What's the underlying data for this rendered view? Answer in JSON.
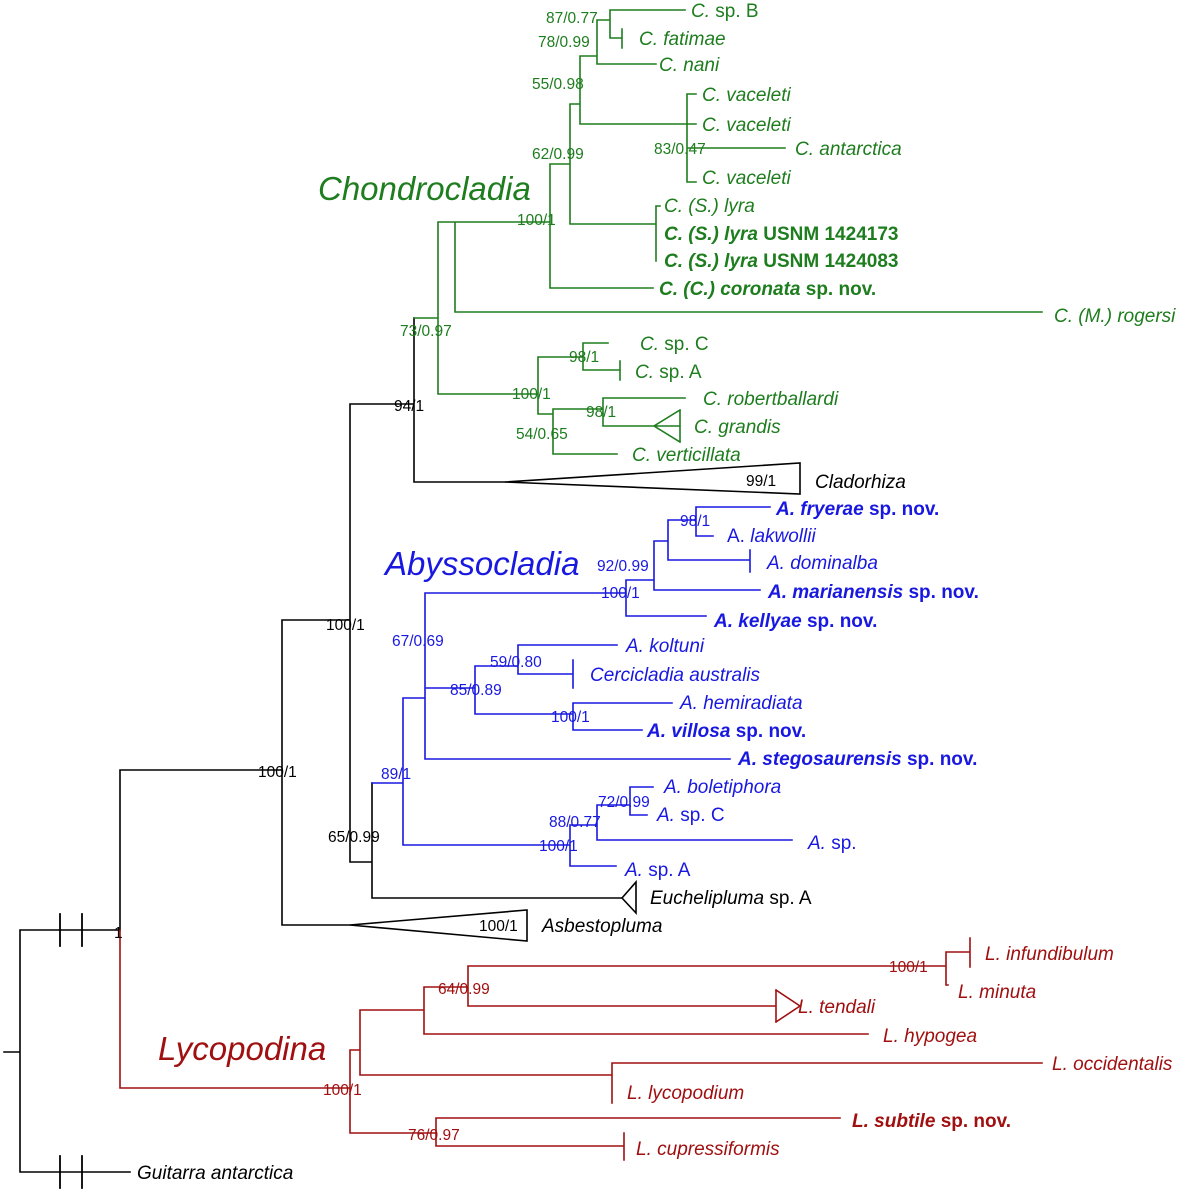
{
  "colors": {
    "chondrocladia": "#1e7d1e",
    "abyssocladia": "#1818e0",
    "lycopodina": "#a01010",
    "other": "#000000",
    "background": "#ffffff"
  },
  "clade_labels": {
    "chondrocladia": "Chondrocladia",
    "abyssocladia": "Abyssocladia",
    "lycopodina": "Lycopodina"
  },
  "taxa": {
    "c_sp_b": {
      "genus": "C.",
      "epithet": "sp. B"
    },
    "c_fatimae": {
      "genus": "C.",
      "epithet": "fatimae"
    },
    "c_nani": {
      "genus": "C.",
      "epithet": "nani"
    },
    "c_vaceleti_1": {
      "genus": "C.",
      "epithet": "vaceleti"
    },
    "c_vaceleti_2": {
      "genus": "C.",
      "epithet": "vaceleti"
    },
    "c_antarctica": {
      "genus": "C.",
      "epithet": "antarctica"
    },
    "c_vaceleti_3": {
      "genus": "C.",
      "epithet": "vaceleti"
    },
    "c_lyra": {
      "genus": "C. (S.)",
      "epithet": "lyra"
    },
    "c_lyra_1424173": {
      "genus": "C. (S.)",
      "epithet": "lyra",
      "suffix": "USNM 1424173"
    },
    "c_lyra_1424083": {
      "genus": "C. (S.)",
      "epithet": "lyra",
      "suffix": "USNM 1424083"
    },
    "c_coronata": {
      "genus": "C. (C.)",
      "epithet": "coronata",
      "suffix": "sp. nov."
    },
    "c_rogersi": {
      "genus": "C. (M.)",
      "epithet": "rogersi"
    },
    "c_sp_c": {
      "genus": "C.",
      "epithet": "sp. C"
    },
    "c_sp_a": {
      "genus": "C.",
      "epithet": "sp. A"
    },
    "c_robertballardi": {
      "genus": "C.",
      "epithet": "robertballardi"
    },
    "c_grandis": {
      "genus": "C.",
      "epithet": "grandis"
    },
    "c_verticillata": {
      "genus": "C.",
      "epithet": "verticillata"
    },
    "cladorhiza": {
      "genus": "Cladorhiza",
      "epithet": ""
    },
    "a_fryerae": {
      "genus": "A.",
      "epithet": "fryerae",
      "suffix": "sp. nov."
    },
    "a_lakwollii": {
      "genus": "A.",
      "epithet": "lakwollii"
    },
    "a_dominalba": {
      "genus": "A.",
      "epithet": "dominalba"
    },
    "a_marianensis": {
      "genus": "A.",
      "epithet": "marianensis",
      "suffix": "sp. nov."
    },
    "a_kellyae": {
      "genus": "A.",
      "epithet": "kellyae",
      "suffix": "sp. nov."
    },
    "a_koltuni": {
      "genus": "A.",
      "epithet": "koltuni"
    },
    "cercicladia_australis": {
      "genus": "Cercicladia",
      "epithet": "australis"
    },
    "a_hemiradiata": {
      "genus": "A.",
      "epithet": "hemiradiata"
    },
    "a_villosa": {
      "genus": "A.",
      "epithet": "villosa",
      "suffix": "sp. nov."
    },
    "a_stegosaurensis": {
      "genus": "A.",
      "epithet": "stegosaurensis",
      "suffix": "sp. nov."
    },
    "a_boletiphora": {
      "genus": "A.",
      "epithet": "boletiphora"
    },
    "a_sp_c": {
      "genus": "A.",
      "epithet": "sp. C"
    },
    "a_sp": {
      "genus": "A.",
      "epithet": "sp."
    },
    "a_sp_a": {
      "genus": "A.",
      "epithet": "sp. A"
    },
    "euchelipluma": {
      "genus": "Euchelipluma",
      "epithet": "",
      "suffix": "sp. A"
    },
    "asbestopluma": {
      "genus": "Asbestopluma",
      "epithet": ""
    },
    "l_infundibulum": {
      "genus": "L.",
      "epithet": "infundibulum"
    },
    "l_minuta": {
      "genus": "L.",
      "epithet": "minuta"
    },
    "l_tendali": {
      "genus": "L.",
      "epithet": "tendali"
    },
    "l_hypogea": {
      "genus": "L.",
      "epithet": "hypogea"
    },
    "l_occidentalis": {
      "genus": "L.",
      "epithet": "occidentalis"
    },
    "l_lycopodium": {
      "genus": "L.",
      "epithet": "lycopodium"
    },
    "l_subtile": {
      "genus": "L.",
      "epithet": "subtile",
      "suffix": "sp. nov."
    },
    "l_cupressiformis": {
      "genus": "L.",
      "epithet": "cupressiformis"
    },
    "guitarra": {
      "genus": "Guitarra",
      "epithet": "antarctica"
    }
  },
  "support": {
    "s_sp_b_fatimae": "87/0.77",
    "s_sp_b_nani": "78/0.99",
    "s_group_nani_vaceleti": "55/0.98",
    "s_vaceleti_antarctica": "83/0.47",
    "s_upper_chondro": "62/0.99",
    "s_chondro_core": "100/1",
    "s_chondrocladia": "73/0.97",
    "s_sp_c_a": "98/1",
    "s_lower_chondro": "100/1",
    "s_robert_grandis": "98/1",
    "s_robert_verticillata": "54/0.65",
    "s_chondro_cladorhiza": "94/1",
    "s_cladorhiza": "99/1",
    "s_fryerae_lakwollii": "98/1",
    "s_dominalba_group": "92/0.99",
    "s_marianensis_kellyae": "100/1",
    "s_abyssocladia_upper": "67/0.69",
    "s_koltuni_cercicladia": "59/0.80",
    "s_koltuni_hemiradiata": "85/0.89",
    "s_hemiradiata_villosa": "100/1",
    "s_abyssocladia": "89/1",
    "s_boletiphora_sp_c": "72/0.99",
    "s_boletiphora_sp": "88/0.77",
    "s_boletiphora_sp_a": "100/1",
    "s_abysso_euchelipluma": "65/0.99",
    "s_core": "100/1",
    "s_main": "100/1",
    "s_asbestopluma": "100/1",
    "s_root_clade": "1",
    "s_infundibulum_minuta": "100/1",
    "s_tendali_group": "64/0.99",
    "s_lycopodina": "100/1",
    "s_subtile_cupressiformis": "76/0.97"
  }
}
